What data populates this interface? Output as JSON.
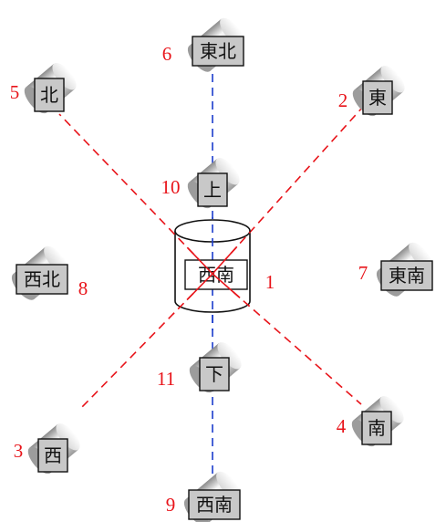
{
  "diagram": {
    "center": {
      "label": "西南",
      "number": "1"
    },
    "nodes": [
      {
        "id": "n2",
        "label": "東",
        "number": "2"
      },
      {
        "id": "n3",
        "label": "西",
        "number": "3"
      },
      {
        "id": "n4",
        "label": "南",
        "number": "4"
      },
      {
        "id": "n5",
        "label": "北",
        "number": "5"
      },
      {
        "id": "n6",
        "label": "東北",
        "number": "6"
      },
      {
        "id": "n7",
        "label": "東南",
        "number": "7"
      },
      {
        "id": "n8",
        "label": "西北",
        "number": "8"
      },
      {
        "id": "n9",
        "label": "西南",
        "number": "9"
      },
      {
        "id": "n10",
        "label": "上",
        "number": "10"
      },
      {
        "id": "n11",
        "label": "下",
        "number": "11"
      }
    ],
    "links": [
      {
        "from": "center",
        "to": "n2",
        "style": "dashed",
        "color": "#e8141a"
      },
      {
        "from": "center",
        "to": "n3",
        "style": "dashed",
        "color": "#e8141a"
      },
      {
        "from": "center",
        "to": "n4",
        "style": "dashed",
        "color": "#e8141a"
      },
      {
        "from": "center",
        "to": "n5",
        "style": "dashed",
        "color": "#e8141a"
      },
      {
        "from": "center",
        "to": "n6",
        "style": "dashed",
        "color": "#1a3ccc"
      },
      {
        "from": "center",
        "to": "n9",
        "style": "dashed",
        "color": "#1a3ccc"
      }
    ],
    "colors": {
      "number": "#e8141a",
      "red_link": "#e8141a",
      "blue_link": "#1a3ccc",
      "label_box": "#c8c8c8"
    }
  }
}
